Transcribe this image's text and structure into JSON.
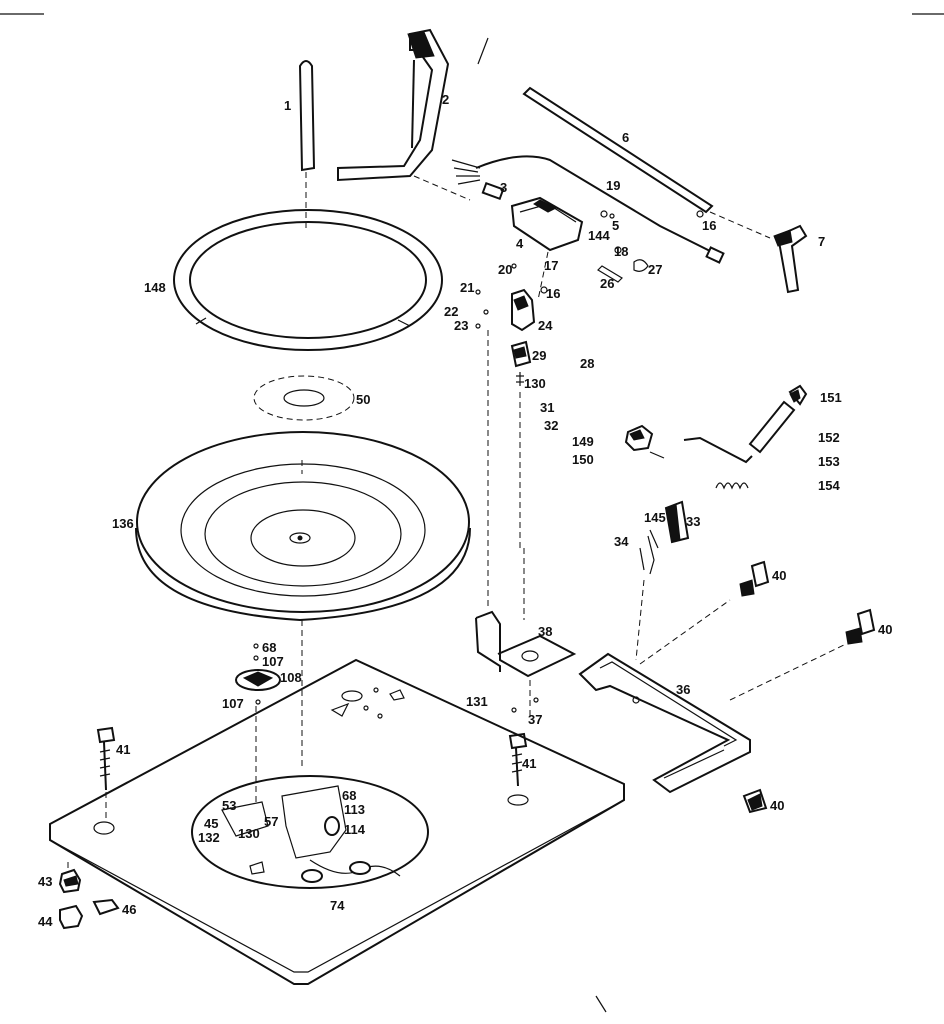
{
  "labels": {
    "l1": "1",
    "l2": "2",
    "l3": "3",
    "l4": "4",
    "l5": "5",
    "l6": "6",
    "l7": "7",
    "l16a": "16",
    "l16b": "16",
    "l17": "17",
    "l18": "18",
    "l19": "19",
    "l20": "20",
    "l21": "21",
    "l22": "22",
    "l23": "23",
    "l24": "24",
    "l26": "26",
    "l27": "27",
    "l28": "28",
    "l29": "29",
    "l130a": "130",
    "l31": "31",
    "l32": "32",
    "l144": "144",
    "l145": "145",
    "l148": "148",
    "l149": "149",
    "l150": "150",
    "l151": "151",
    "l152": "152",
    "l153": "153",
    "l154": "154",
    "l50": "50",
    "l136": "136",
    "l34": "34",
    "l33": "33",
    "l40a": "40",
    "l40b": "40",
    "l40c": "40",
    "l38": "38",
    "l36": "36",
    "l37": "37",
    "l131": "131",
    "l41a": "41",
    "l41b": "41",
    "l68a": "68",
    "l107a": "107",
    "l108": "108",
    "l107b": "107",
    "l53": "53",
    "l45": "45",
    "l132": "132",
    "l130b": "130",
    "l57": "57",
    "l68b": "68",
    "l113": "113",
    "l114": "114",
    "l74": "74",
    "l43": "43",
    "l44": "44",
    "l46": "46"
  },
  "colors": {
    "ink": "#111111",
    "paper": "#ffffff"
  }
}
